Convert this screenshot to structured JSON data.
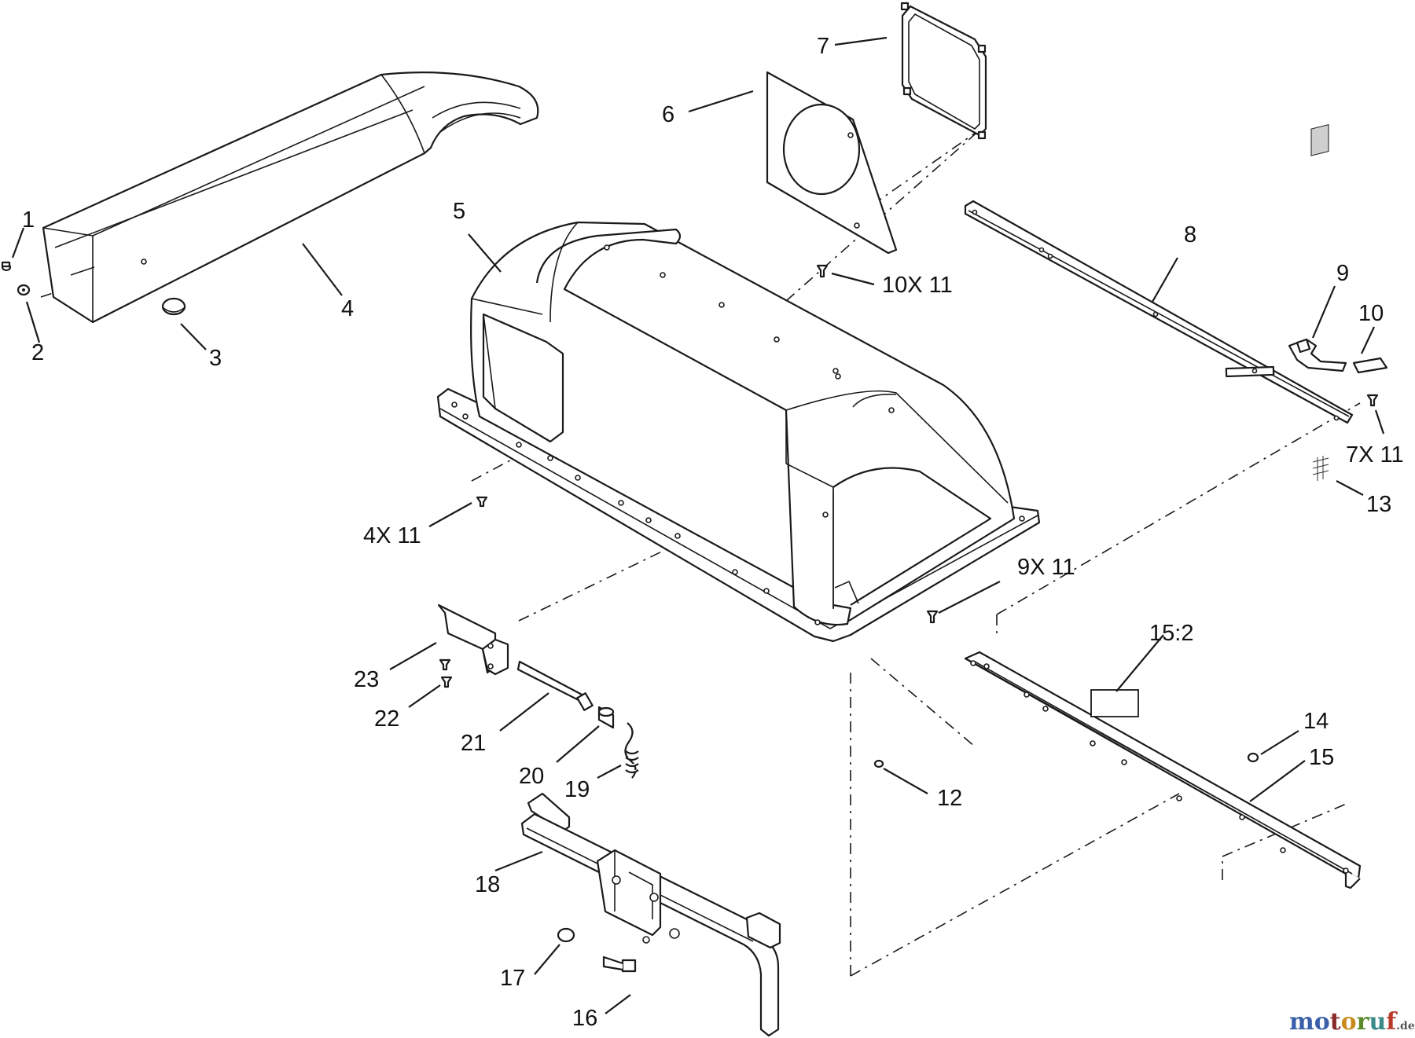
{
  "diagram": {
    "callouts": {
      "c1": "1",
      "c2": "2",
      "c3": "3",
      "c4": "4",
      "c5": "5",
      "c6": "6",
      "c7": "7",
      "c8": "8",
      "c9": "9",
      "c10": "10",
      "c10x11": "10X 11",
      "c7x11": "7X 11",
      "c13": "13",
      "c4x11": "4X 11",
      "c9x11": "9X 11",
      "c15_2": "15:2",
      "c14": "14",
      "c15": "15",
      "c12": "12",
      "c23": "23",
      "c22": "22",
      "c21": "21",
      "c20": "20",
      "c19": "19",
      "c18": "18",
      "c17": "17",
      "c16": "16"
    }
  },
  "watermark": {
    "letters": [
      "m",
      "o",
      "t",
      "o",
      "r",
      "u",
      "f"
    ],
    "letter_colors": [
      "#3a5fa8",
      "#3a5fa8",
      "#8a2a2a",
      "#c98a1a",
      "#5a8a2a",
      "#3a8a8a",
      "#b83a2a"
    ],
    "suffix": ".de"
  }
}
